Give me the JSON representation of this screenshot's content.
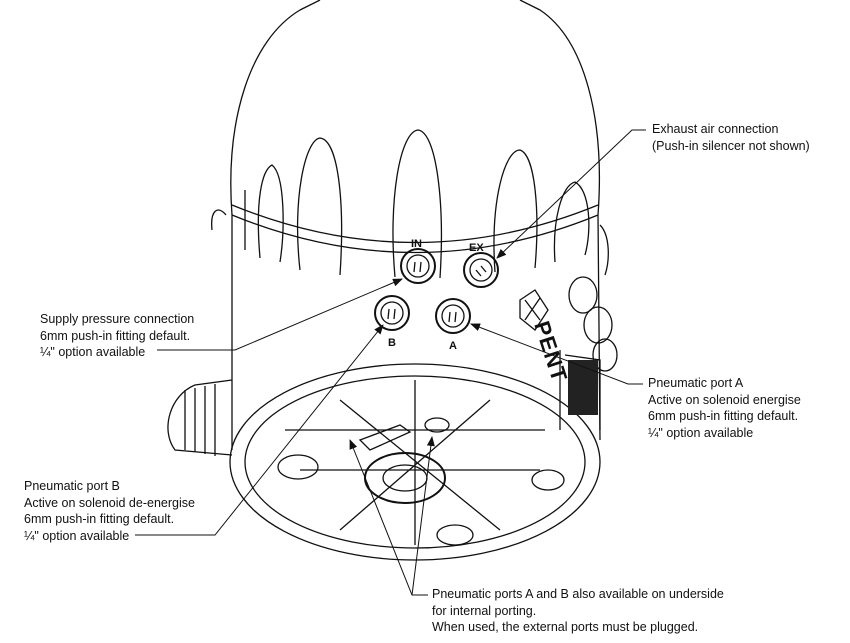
{
  "ports": {
    "in": "IN",
    "ex": "EX",
    "b": "B",
    "a": "A"
  },
  "logo_text": "PENT",
  "callouts": {
    "exhaust": [
      "Exhaust air connection",
      "(Push-in silencer not shown)"
    ],
    "supply": [
      "Supply pressure connection",
      "6mm push-in fitting default.",
      "¼\" option available"
    ],
    "port_a": [
      "Pneumatic port A",
      "Active on solenoid energise",
      "6mm push-in fitting default.",
      "¼\" option available"
    ],
    "port_b": [
      "Pneumatic port B",
      "Active on solenoid de-energise",
      "6mm push-in fitting default.",
      "¼\" option available"
    ],
    "underside": [
      "Pneumatic ports A and B also available on underside",
      "for internal porting.",
      "When used, the external ports must be plugged."
    ]
  }
}
